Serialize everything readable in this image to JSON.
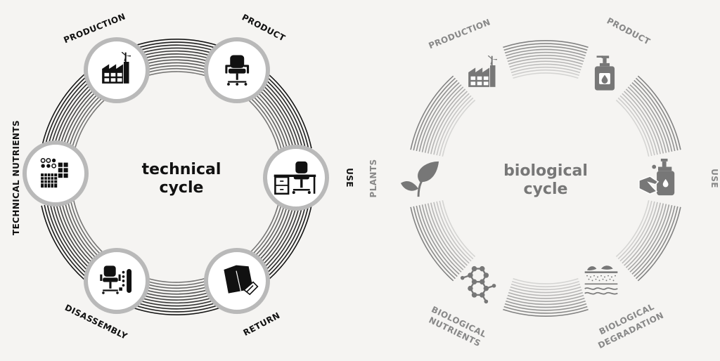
{
  "colors": {
    "background": "#f5f4f2",
    "technical": "#111111",
    "biological": "#777777",
    "node_ring": "#b9b9b9"
  },
  "technical": {
    "center_line1": "technical",
    "center_line2": "cycle",
    "nodes": {
      "production": {
        "label": "PRODUCTION",
        "icon": "factory-icon"
      },
      "product": {
        "label": "PRODUCT",
        "icon": "office-chair-icon"
      },
      "use": {
        "label": "USE",
        "icon": "desk-chair-icon"
      },
      "return": {
        "label": "RETURN",
        "icon": "box-return-icon"
      },
      "disassembly": {
        "label": "DISASSEMBLY",
        "icon": "chair-parts-icon"
      },
      "nutrients": {
        "label": "TECHNICAL NUTRIENTS",
        "icon": "materials-icon"
      }
    }
  },
  "biological": {
    "center_line1": "biological",
    "center_line2": "cycle",
    "nodes": {
      "production": {
        "label": "PRODUCTION",
        "icon": "factory-icon"
      },
      "product": {
        "label": "PRODUCT",
        "icon": "soap-bottle-icon"
      },
      "use": {
        "label": "USE",
        "icon": "hand-soap-icon"
      },
      "degradation": {
        "label1": "BIOLOGICAL",
        "label2": "DEGRADATION",
        "icon": "soil-layers-icon"
      },
      "nutrients": {
        "label1": "BIOLOGICAL",
        "label2": "NUTRIENTS",
        "icon": "molecule-icon"
      },
      "plants": {
        "label": "PLANTS",
        "icon": "leaf-icon"
      }
    }
  }
}
